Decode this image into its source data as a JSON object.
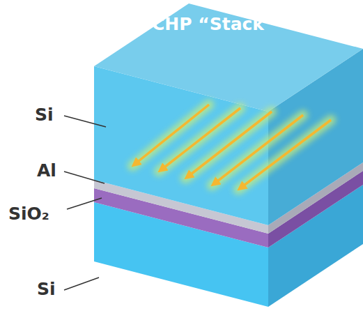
{
  "diagram": {
    "labels": [
      "CHP “Stack”",
      "Si",
      "Al",
      "SiO₂",
      "Si"
    ]
  }
}
